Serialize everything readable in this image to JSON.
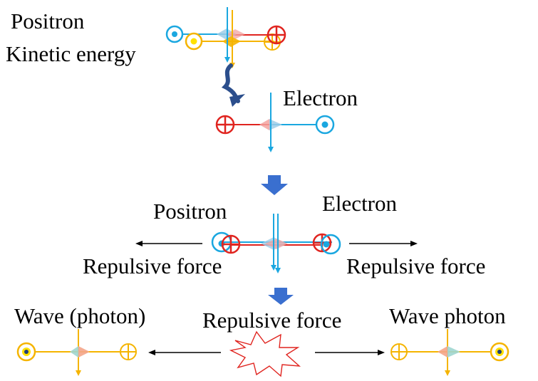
{
  "labels": {
    "positron_top": "Positron",
    "kinetic_energy": "Kinetic energy",
    "electron_top": "Electron",
    "positron_mid": "Positron",
    "electron_mid": "Electron",
    "repulsive_left": "Repulsive force",
    "repulsive_right": "Repulsive force",
    "wave_photon_left": "Wave (photon)",
    "repulsive_bottom": "Repulsive force",
    "wave_photon_right": "Wave photon"
  },
  "colors": {
    "electron": "#1aa7e0",
    "positron": "#e0241f",
    "yellow": "#f5b400",
    "yellow_fill": "#ffe100",
    "arrow_blue": "#3a6fcf",
    "dark_blue": "#2b4e8c",
    "black": "#000000",
    "dark_core": "#1f3f7a"
  },
  "icons": {
    "electron_symbol": "circled-dot-icon",
    "positron_symbol": "circled-plus-icon",
    "flow_arrow": "down-arrow-icon",
    "burst": "starburst-icon"
  }
}
